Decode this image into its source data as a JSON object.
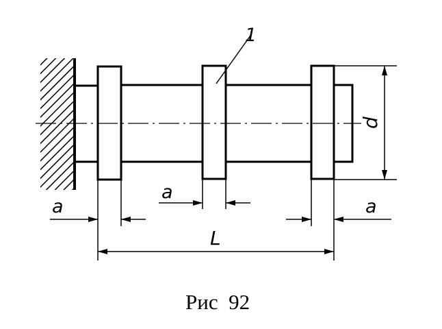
{
  "figure": {
    "caption": "Рис  92",
    "labels": {
      "part_number": "1",
      "diameter": "d",
      "length": "L",
      "spacing_left": "a",
      "spacing_middle": "a",
      "spacing_right": "a"
    }
  }
}
